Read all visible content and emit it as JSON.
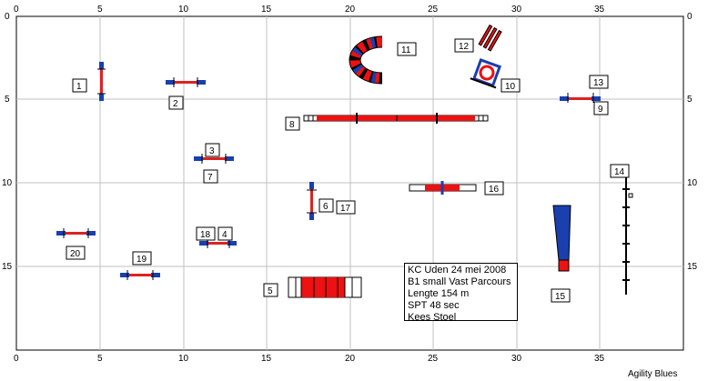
{
  "axis_ticks": {
    "x": [
      "0",
      "5",
      "10",
      "15",
      "20",
      "25",
      "30",
      "35"
    ],
    "y": [
      "0",
      "5",
      "10",
      "15"
    ]
  },
  "obstacle_numbers": [
    "1",
    "2",
    "3",
    "4",
    "5",
    "6",
    "7",
    "8",
    "9",
    "10",
    "11",
    "12",
    "13",
    "14",
    "15",
    "16",
    "17",
    "18",
    "19",
    "20"
  ],
  "info": {
    "line1": "KC Uden 24 mei 2008",
    "line2": "B1 small Vast Parcours",
    "line3": "Lengte 154 m",
    "line4": "SPT 48 sec",
    "line5": "Kees Stoel"
  },
  "credit": "Agility Blues",
  "colors": {
    "grid": "#c0c0c0",
    "jump_pole": "#dd2222",
    "wing": "#1a3fae",
    "tunnel": "#ee1111",
    "tyre_blue": "#1a3fae",
    "black": "#000000"
  }
}
